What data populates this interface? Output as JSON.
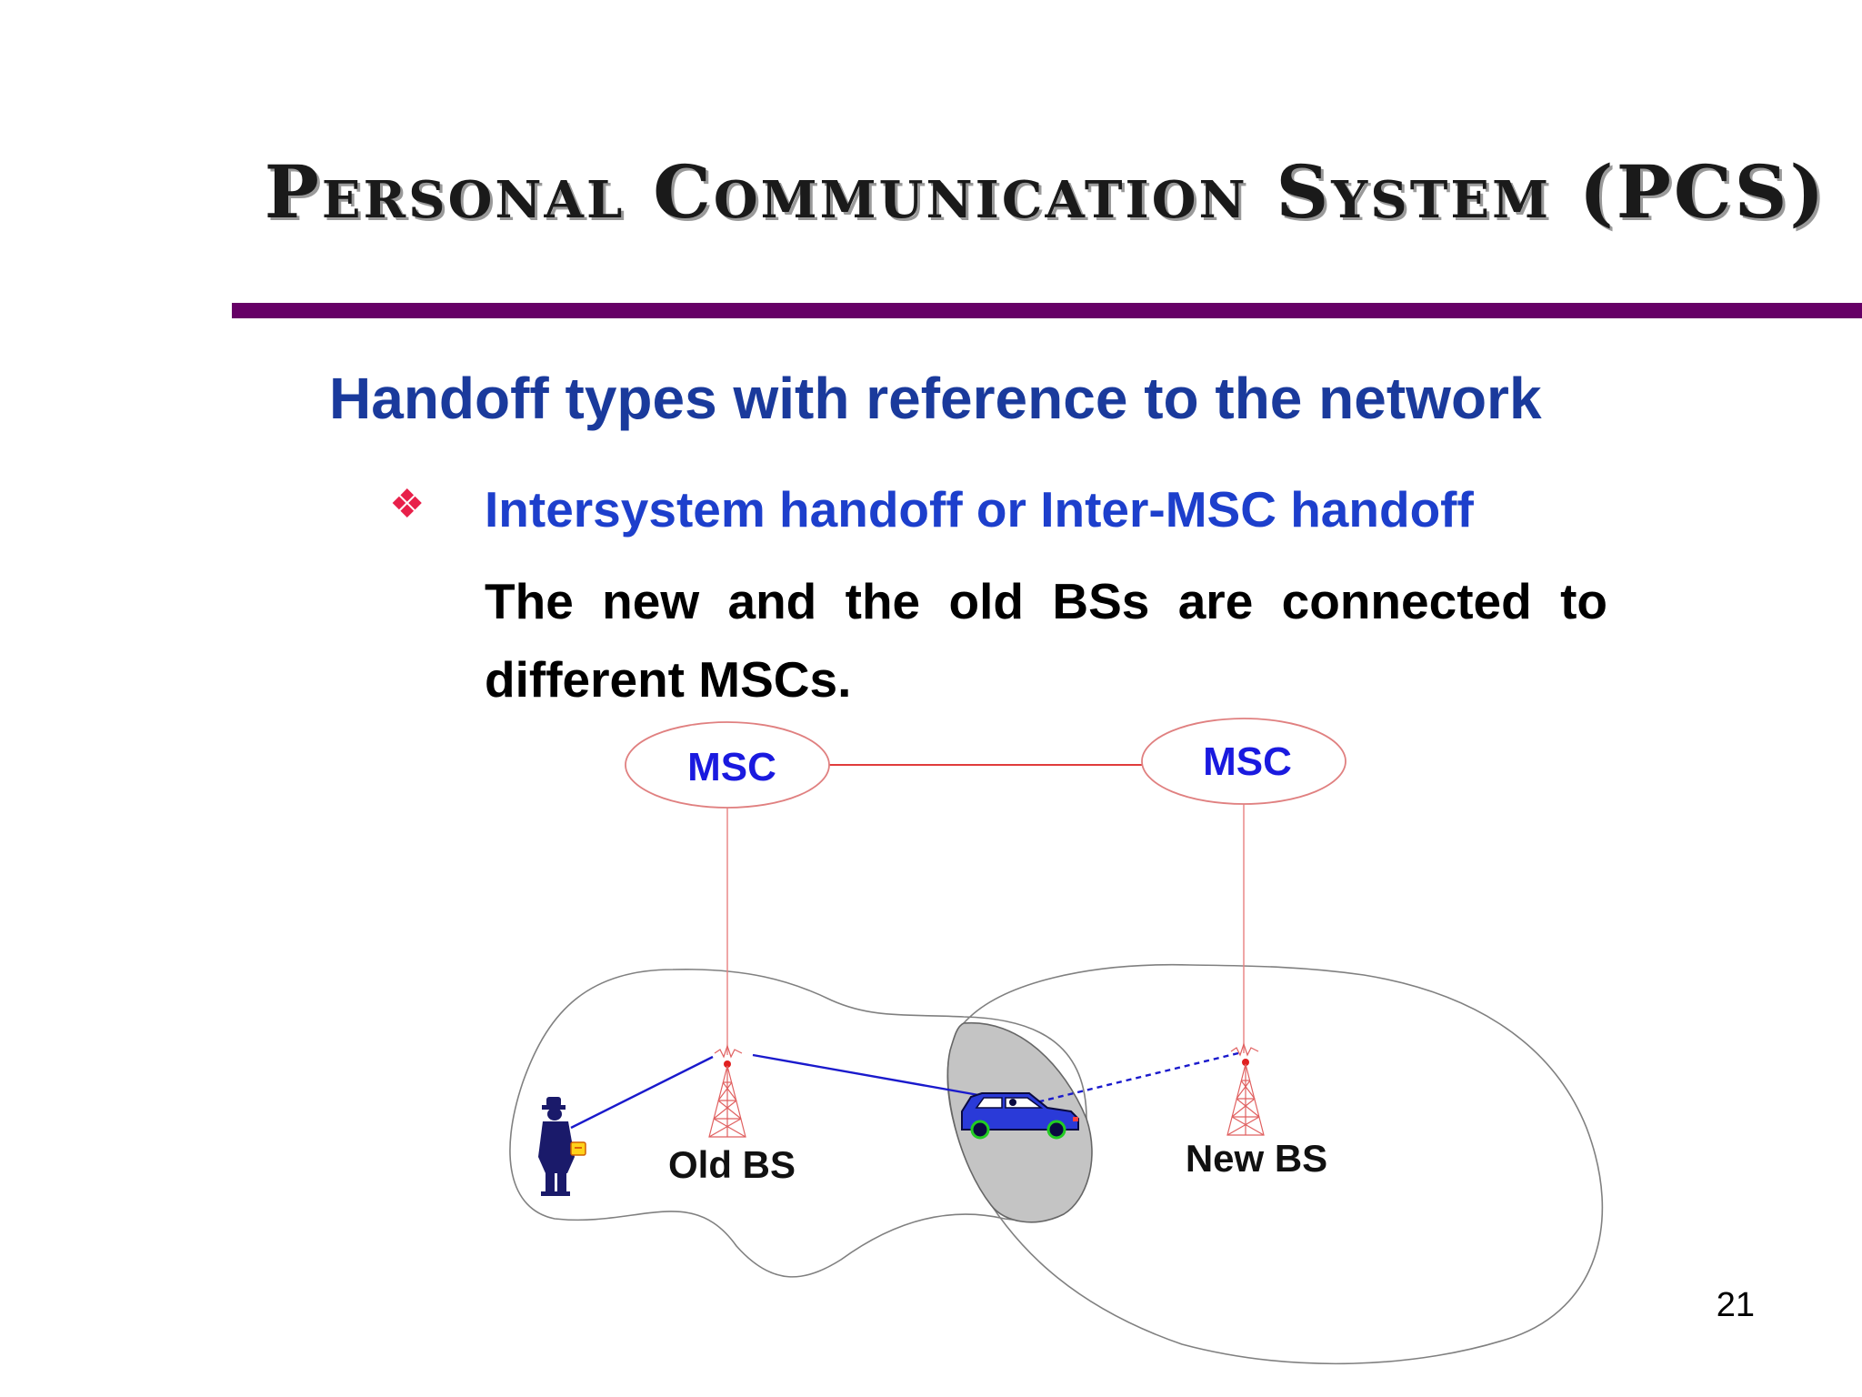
{
  "slide": {
    "title": "Personal Communication System (PCS)",
    "subtitle": "Handoff types with reference to the network",
    "bullet": {
      "icon": "diamond-cluster-bullet-icon",
      "heading": "Intersystem handoff or Inter-MSC handoff",
      "body": "The new and the old BSs are connected to different MSCs."
    },
    "page_number": "21"
  },
  "diagram": {
    "msc_left_label": "MSC",
    "msc_right_label": "MSC",
    "old_bs_label": "Old BS",
    "new_bs_label": "New BS",
    "icons": [
      "person-with-phone-icon",
      "radio-tower-icon",
      "car-icon"
    ],
    "colors": {
      "title_rule": "#660066",
      "subtitle": "#1a3a9c",
      "bullet_heading": "#1d3fcc",
      "bullet_icon": "#e8204a",
      "msc_label": "#1a1adf",
      "msc_link": "#e03c3c",
      "radio_link": "#1a1acc",
      "overlap_region": "#c4c4c4"
    }
  }
}
